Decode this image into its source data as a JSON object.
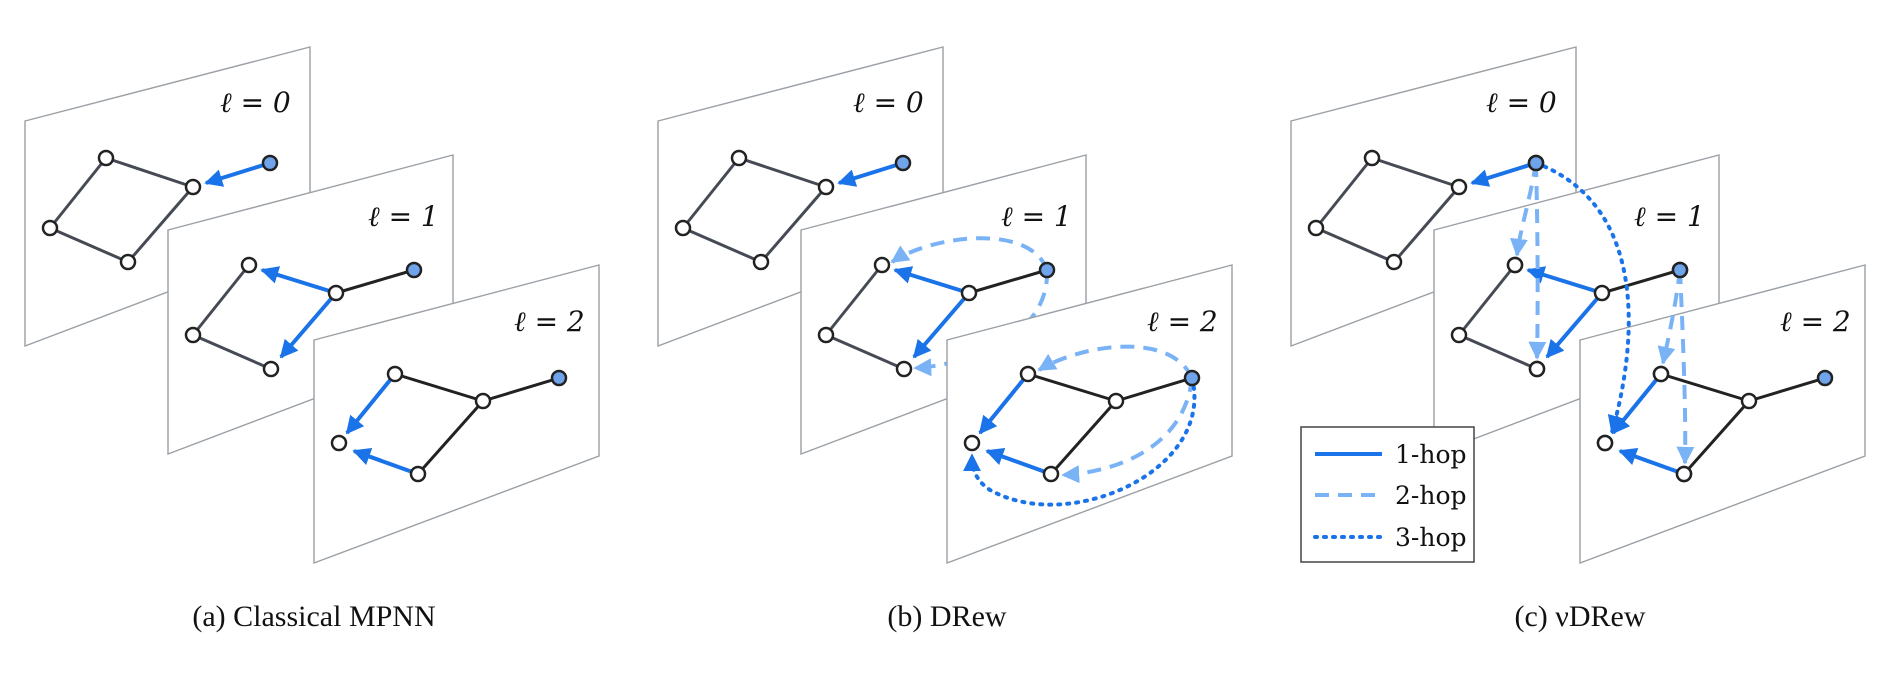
{
  "colors": {
    "hop1": "#1a73e8",
    "hop2": "#7ab3f5",
    "hop3": "#1a73e8",
    "black_edge": "#222222",
    "gray_edge": "#454a55",
    "node_fill": "#ffffff",
    "target_fill": "#6fa3ea",
    "frame_stroke": "#9aa0a6"
  },
  "layer_labels": [
    "ℓ = 0",
    "ℓ = 1",
    "ℓ = 2"
  ],
  "legend": {
    "items": [
      {
        "label": "1-hop",
        "style": "solid"
      },
      {
        "label": "2-hop",
        "style": "dashed"
      },
      {
        "label": "3-hop",
        "style": "dotted"
      }
    ]
  },
  "panels": [
    {
      "caption": "(a) Classical MPNN",
      "id": "a"
    },
    {
      "caption": "(b) DRew",
      "id": "b"
    },
    {
      "caption": "(c) νDRew",
      "id": "c"
    }
  ]
}
